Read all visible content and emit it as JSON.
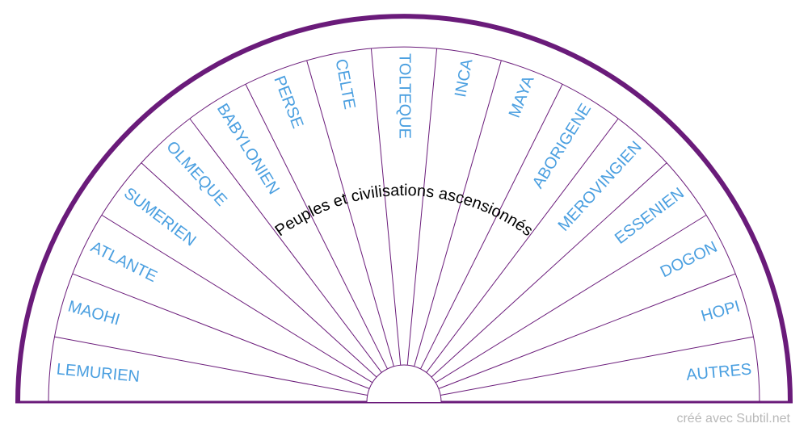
{
  "title": "Peuples et civilisations ascensionnés",
  "credit": "créé avec Subtil.net",
  "colors": {
    "rim": "#6a1b7a",
    "divider": "#6a1b7a",
    "label": "#4a9fe0",
    "title": "#000000",
    "credit": "#b8b8b8",
    "background": "#ffffff"
  },
  "segments": [
    "LEMURIEN",
    "MAOHI",
    "ATLANTE",
    "SUMERIEN",
    "OLMEQUE",
    "BABYLONIEN",
    "PERSE",
    "CELTE",
    "TOLTEQUE",
    "INCA",
    "MAYA",
    "ABORIGENE",
    "MEROVINGIEN",
    "ESSENIEN",
    "DOGON",
    "HOPI",
    "AUTRES"
  ]
}
